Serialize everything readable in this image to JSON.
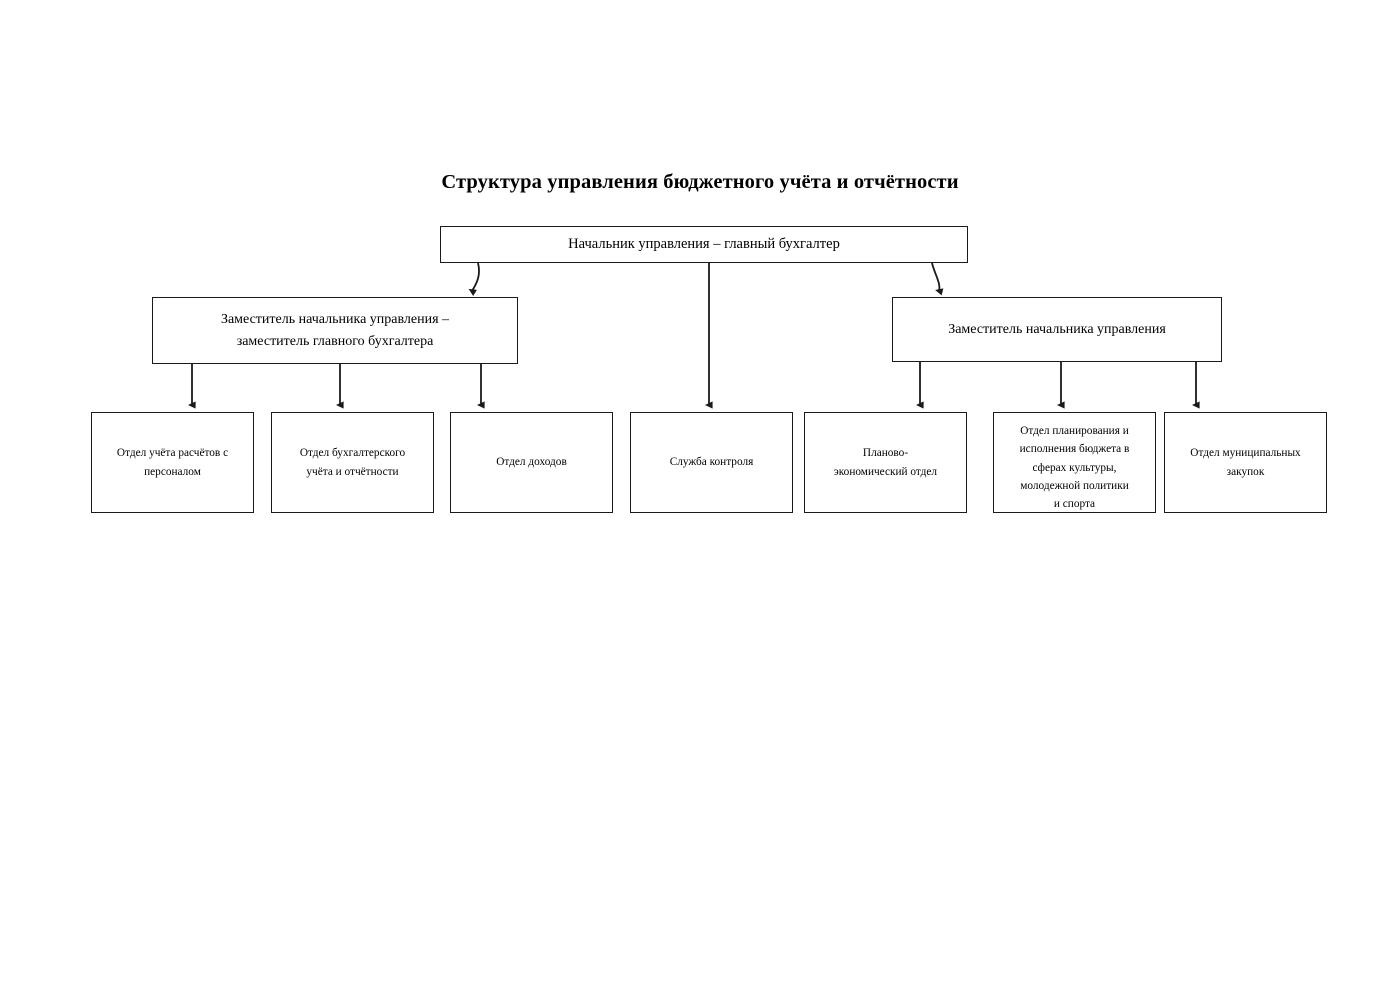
{
  "document": {
    "title": "Структура управления бюджетного учёта и отчётности",
    "background_color": "#ffffff",
    "line_color": "#1a1a1a"
  },
  "chart_data": {
    "type": "diagram",
    "diagram_kind": "organizational-hierarchy-chart",
    "title": "Структура управления бюджетного учёта и отчётности",
    "orientation": "top-down",
    "levels": 3,
    "nodes": [
      {
        "id": "head",
        "level": 1,
        "label": "Начальник управления – главный бухгалтер"
      },
      {
        "id": "deputy-chief-accountant",
        "level": 2,
        "label": "Заместитель начальника управления – заместитель главного бухгалтера",
        "line_1": "Заместитель начальника управления –",
        "line_2": "заместитель главного бухгалтера"
      },
      {
        "id": "deputy-head",
        "level": 2,
        "label": "Заместитель начальника управления"
      },
      {
        "id": "dept-payroll",
        "level": 3,
        "label": "Отдел учёта расчётов с персоналом",
        "line_1": "Отдел учёта расчётов с",
        "line_2": "персоналом"
      },
      {
        "id": "dept-accounting",
        "level": 3,
        "label": "Отдел бухгалтерского учёта и отчётности",
        "line_1": "Отдел бухгалтерского",
        "line_2": "учёта и отчётности"
      },
      {
        "id": "dept-revenue",
        "level": 3,
        "label": "Отдел доходов"
      },
      {
        "id": "dept-control",
        "level": 3,
        "label": "Служба контроля"
      },
      {
        "id": "dept-planning-economic",
        "level": 3,
        "label": "Планово-экономический отдел",
        "line_1": "Планово-",
        "line_2": "экономический отдел"
      },
      {
        "id": "dept-culture-budget",
        "level": 3,
        "label": "Отдел планирования и исполнения бюджета в сферах культуры, молодежной политики и спорта",
        "line_1": "Отдел планирования и",
        "line_2": "исполнения бюджета в",
        "line_3": "сферах культуры,",
        "line_4": "молодежной политики",
        "line_5": "и спорта"
      },
      {
        "id": "dept-procurement",
        "level": 3,
        "label": "Отдел муниципальных закупок",
        "line_1": "Отдел муниципальных",
        "line_2": "закупок"
      }
    ],
    "edges": [
      {
        "from": "head",
        "to": "deputy-chief-accountant",
        "style": "diagonal-arrow"
      },
      {
        "from": "head",
        "to": "dept-control",
        "style": "straight-arrow"
      },
      {
        "from": "head",
        "to": "deputy-head",
        "style": "diagonal-arrow"
      },
      {
        "from": "deputy-chief-accountant",
        "to": "dept-payroll",
        "style": "straight-arrow"
      },
      {
        "from": "deputy-chief-accountant",
        "to": "dept-accounting",
        "style": "straight-arrow"
      },
      {
        "from": "deputy-chief-accountant",
        "to": "dept-revenue",
        "style": "straight-arrow"
      },
      {
        "from": "deputy-head",
        "to": "dept-planning-economic",
        "style": "straight-arrow"
      },
      {
        "from": "deputy-head",
        "to": "dept-culture-budget",
        "style": "straight-arrow"
      },
      {
        "from": "deputy-head",
        "to": "dept-procurement",
        "style": "straight-arrow"
      }
    ]
  }
}
